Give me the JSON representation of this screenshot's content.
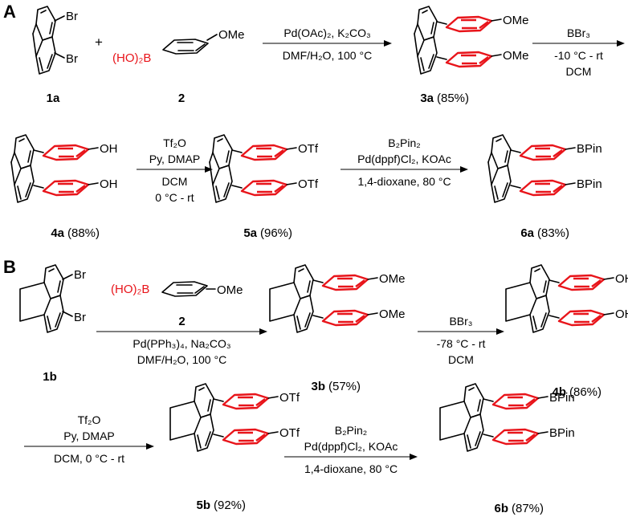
{
  "panels": {
    "A": "A",
    "B": "B"
  },
  "plus": "+",
  "boronic_acid": {
    "reagent": "(HO)₂B",
    "substituent": "OMe"
  },
  "substituents": {
    "OMe": "OMe",
    "OH": "OH",
    "OTf": "OTf",
    "BPin": "BPin",
    "Br": "Br"
  },
  "compounds": {
    "c1a": {
      "label": "1a",
      "yield": ""
    },
    "c2": {
      "label": "2",
      "yield": ""
    },
    "c3a": {
      "label": "3a",
      "yield": "(85%)"
    },
    "c4a": {
      "label": "4a",
      "yield": "(88%)"
    },
    "c5a": {
      "label": "5a",
      "yield": "(96%)"
    },
    "c6a": {
      "label": "6a",
      "yield": "(83%)"
    },
    "c1b": {
      "label": "1b",
      "yield": ""
    },
    "c3b": {
      "label": "3b",
      "yield": "(57%)"
    },
    "c4b": {
      "label": "4b",
      "yield": "(86%)"
    },
    "c5b": {
      "label": "5b",
      "yield": "(92%)"
    },
    "c6b": {
      "label": "6b",
      "yield": "(87%)"
    }
  },
  "conditions": {
    "a1": {
      "above": [
        "Pd(OAc)₂, K₂CO₃"
      ],
      "below": [
        "DMF/H₂O, 100 °C"
      ]
    },
    "a2": {
      "above": [
        "BBr₃"
      ],
      "below": [
        "-10 °C - rt",
        "DCM"
      ]
    },
    "a3": {
      "above": [
        "Tf₂O",
        "Py, DMAP"
      ],
      "below": [
        "DCM",
        "0 °C - rt"
      ]
    },
    "a4": {
      "above": [
        "B₂Pin₂",
        "Pd(dppf)Cl₂, KOAc"
      ],
      "below": [
        "1,4-dioxane, 80 °C"
      ]
    },
    "b1": {
      "above": [
        "2"
      ],
      "below": [
        "Pd(PPh₃)₄, Na₂CO₃",
        "DMF/H₂O, 100 °C"
      ]
    },
    "b2": {
      "above": [
        "BBr₃"
      ],
      "below": [
        "-78 °C - rt",
        "DCM"
      ]
    },
    "b3": {
      "above": [
        "Tf₂O",
        "Py, DMAP"
      ],
      "below": [
        "DCM, 0 °C - rt"
      ]
    },
    "b4": {
      "above": [
        "B₂Pin₂",
        "Pd(dppf)Cl₂, KOAc"
      ],
      "below": [
        "1,4-dioxane, 80 °C"
      ]
    }
  },
  "colors": {
    "product_rings": "#e8141a",
    "bonds": "#000000"
  }
}
